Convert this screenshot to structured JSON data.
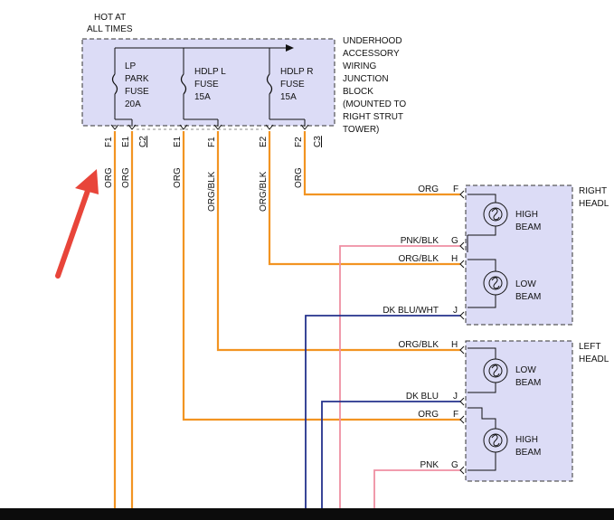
{
  "colors": {
    "org": "#f29422",
    "pnk": "#ef8fa2",
    "dkblu": "#24328c",
    "block_fill": "#dcdcf6",
    "arrow": "#e8453a"
  },
  "junction": {
    "hot_line1": "HOT AT",
    "hot_line2": "ALL TIMES",
    "desc": [
      "UNDERHOOD",
      "ACCESSORY",
      "WIRING",
      "JUNCTION",
      "BLOCK",
      "(MOUNTED TO",
      "RIGHT STRUT",
      "TOWER)"
    ],
    "fuses": [
      {
        "lines": [
          "LP",
          "PARK",
          "FUSE",
          "20A"
        ]
      },
      {
        "lines": [
          "HDLP L",
          "FUSE",
          "15A"
        ]
      },
      {
        "lines": [
          "HDLP R",
          "FUSE",
          "15A"
        ]
      }
    ],
    "pins": [
      "F1",
      "E1",
      "C2",
      "E1",
      "F1",
      "E2",
      "F2",
      "C3"
    ],
    "wire_colors": [
      "ORG",
      "ORG",
      "ORG",
      "ORG/BLK",
      "ORG/BLK",
      "ORG"
    ]
  },
  "right_headlamp": {
    "title_line1": "RIGHT",
    "title_line2": "HEADL",
    "lamps": [
      {
        "line1": "HIGH",
        "line2": "BEAM"
      },
      {
        "line1": "LOW",
        "line2": "BEAM"
      }
    ],
    "wires": [
      {
        "label": "ORG",
        "pin": "F"
      },
      {
        "label": "PNK/BLK",
        "pin": "G"
      },
      {
        "label": "ORG/BLK",
        "pin": "H"
      },
      {
        "label": "DK BLU/WHT",
        "pin": "J"
      }
    ]
  },
  "left_headlamp": {
    "title_line1": "LEFT",
    "title_line2": "HEADL",
    "lamps": [
      {
        "line1": "LOW",
        "line2": "BEAM"
      },
      {
        "line1": "HIGH",
        "line2": "BEAM"
      }
    ],
    "wires": [
      {
        "label": "ORG/BLK",
        "pin": "H"
      },
      {
        "label": "DK BLU",
        "pin": "J"
      },
      {
        "label": "ORG",
        "pin": "F"
      },
      {
        "label": "PNK",
        "pin": "G"
      }
    ]
  }
}
